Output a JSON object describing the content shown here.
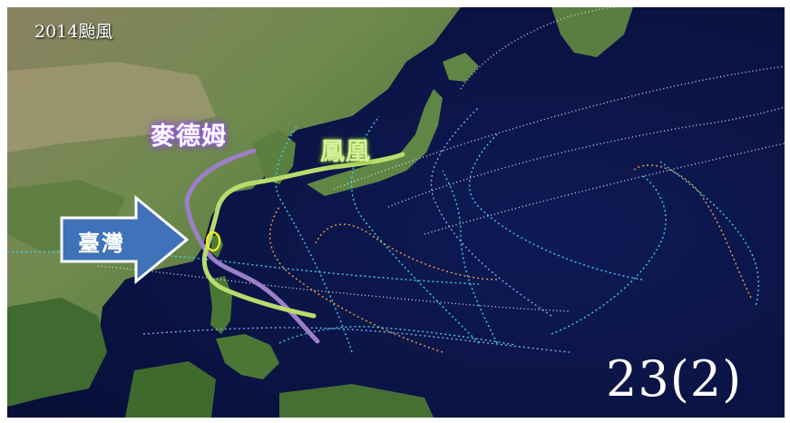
{
  "map": {
    "title": "2014颱風",
    "typhoon_labels": {
      "megi": "麥德姆",
      "fung_wong": "鳳凰"
    },
    "taiwan_label": "臺灣",
    "count": "23(2)"
  },
  "colors": {
    "ocean": "#0b1446",
    "land": "#4f7a3a",
    "megi_track": "#9b7fc8",
    "fung_wong_track": "#b8dc6c",
    "arrow": "#3f72b8",
    "track_cyan": "#3fd0e6",
    "track_blue": "#7fa6ee",
    "track_orange": "#f0a040",
    "track_white": "#d8d8e8"
  },
  "icons": {
    "arrow": "right-arrow-icon",
    "landfall": "ellipse-marker-icon"
  }
}
